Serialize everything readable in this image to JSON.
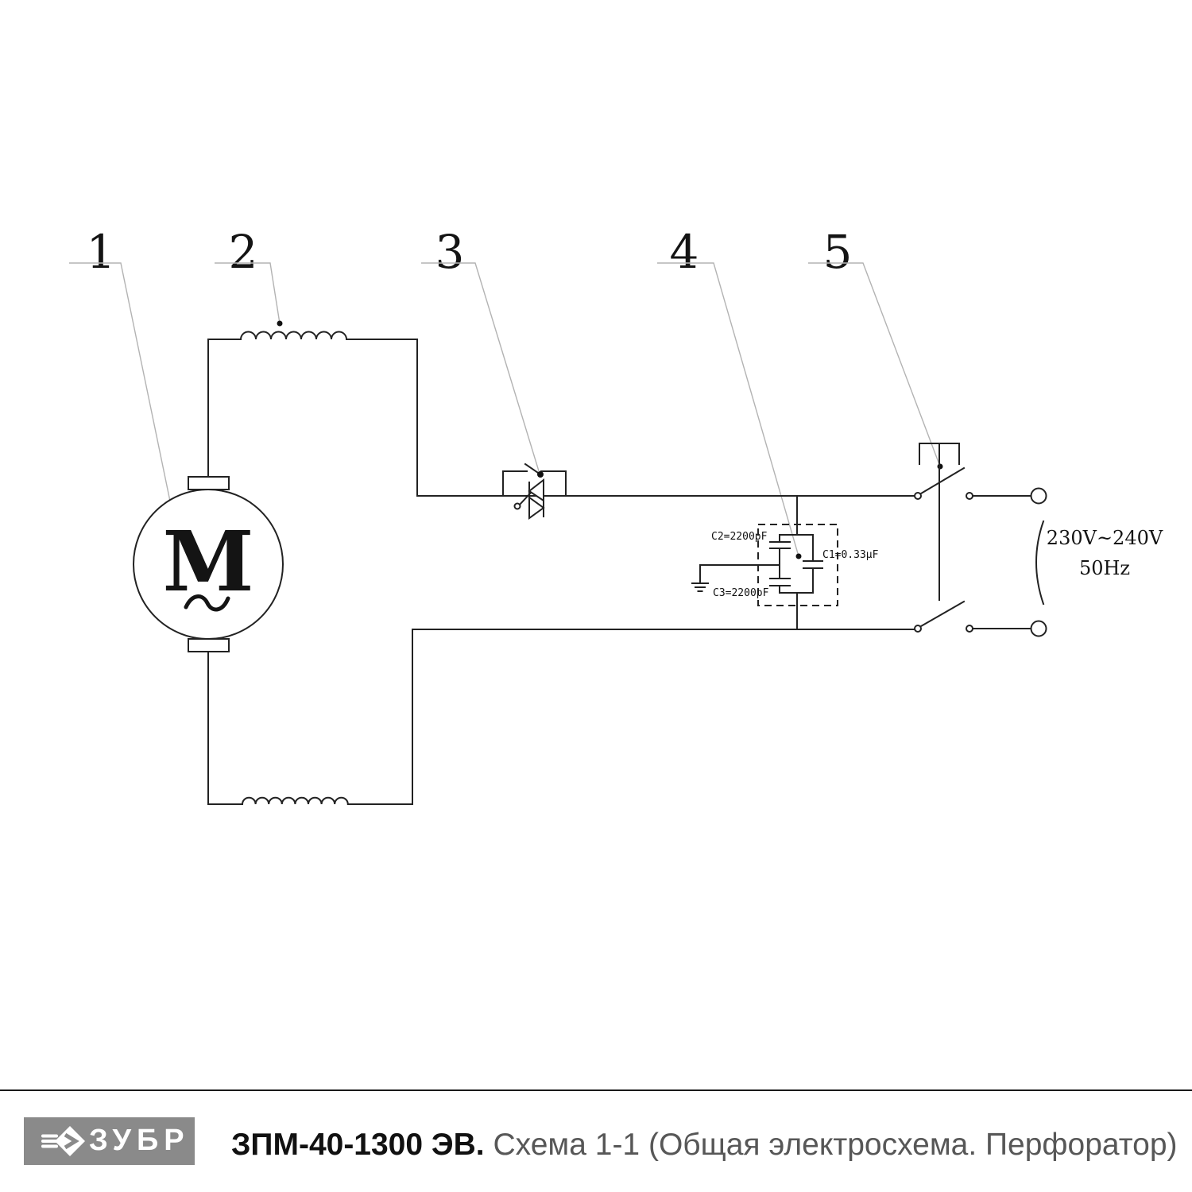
{
  "colors": {
    "wire": "#222222",
    "leader": "#b3b3b3",
    "logo_background": "#8a8a8a",
    "caption_model": "#111111",
    "caption_description": "#575757"
  },
  "callouts": [
    "1",
    "2",
    "3",
    "4",
    "5"
  ],
  "motor": {
    "letter": "M"
  },
  "capacitors": {
    "c2": "C2=2200pF",
    "c1": "C1=0.33µF",
    "c3": "C3=2200pF"
  },
  "power_supply": {
    "voltage": "230V~240V",
    "frequency": "50Hz"
  },
  "footer": {
    "brand": "ЗУБР",
    "model": "ЗПМ-40-1300 ЭВ.",
    "description": "Схема 1-1 (Общая электросхема. Перфоратор)"
  }
}
